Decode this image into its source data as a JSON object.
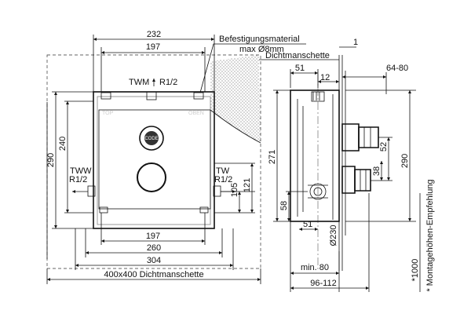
{
  "front": {
    "dim_232": "232",
    "dim_197_top": "197",
    "label_fastener": "Befestigungsmaterial",
    "label_fastener_size": "max Ø8mm",
    "label_seal": "Dichtmanschette",
    "label_twm": "TWM",
    "label_twm_thread": "R1/2",
    "label_top": "TOP",
    "label_oben": "OBEN",
    "label_logo": "CODE",
    "dim_290": "290",
    "dim_240": "240",
    "label_tww": "TWW",
    "label_tww_thread": "R1/2",
    "label_tw": "TW",
    "label_tw_thread": "R1/2",
    "dim_105": "105",
    "dim_121": "121",
    "dim_197_bottom": "197",
    "dim_260": "260",
    "dim_304": "304",
    "label_seal_size": "400x400  Dichtmanschette"
  },
  "side": {
    "dim_1": "1",
    "dim_51_top": "51",
    "dim_12": "12",
    "dim_64_80": "64-80",
    "dim_271": "271",
    "dim_52": "52",
    "dim_38": "38",
    "dim_290": "290",
    "dim_58": "58",
    "dim_51_bottom": "51",
    "dim_d230": "Ø230",
    "dim_min80": "min. 80",
    "dim_96_112": "96-112",
    "label_height": "*1000",
    "label_note": "* Montagehöhen-Empfehlung"
  }
}
